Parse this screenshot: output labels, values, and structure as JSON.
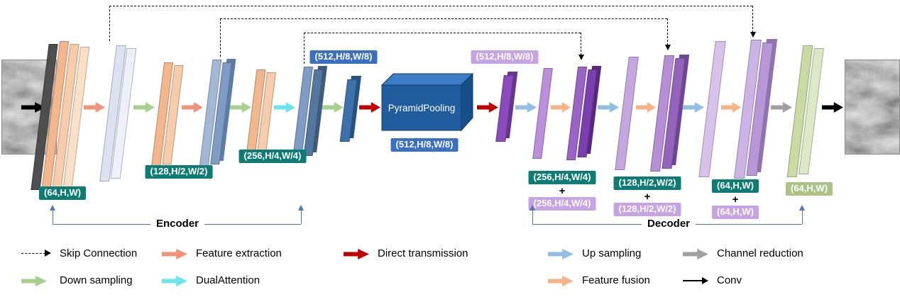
{
  "figure": {
    "encoder_label": "Encoder",
    "decoder_label": "Decoder",
    "pyramid_box": "PyramidPooling",
    "plus": "+"
  },
  "stages": {
    "enc1": "(64,H,W)",
    "enc2": "(128,H/2,W/2)",
    "enc3": "(256,H/4,W/4)",
    "enc4": "(512,H/8,W/8)",
    "bottleneck_out": "(512,H/8,W/8)",
    "dec4": "(512,H/8,W/8)",
    "dec3_up": "(256,H/4,W/4)",
    "dec3_skip": "(256,H/4,W/4)",
    "dec2_up": "(128,H/2,W/2)",
    "dec2_skip": "(128,H/2,W/2)",
    "dec1_up": "(64,H,W)",
    "dec1_skip": "(64,H,W)",
    "out": "(64,H,W)"
  },
  "legend": [
    {
      "name": "skip-connection",
      "label": "Skip Connection",
      "arrow": "dashed",
      "color": "#000000"
    },
    {
      "name": "feature-extraction",
      "label": "Feature extraction",
      "arrow": "block",
      "color": "#f0937a"
    },
    {
      "name": "direct-transmission",
      "label": "Direct transmission",
      "arrow": "block",
      "color": "#c00000"
    },
    {
      "name": "up-sampling",
      "label": "Up sampling",
      "arrow": "block",
      "color": "#92bee6"
    },
    {
      "name": "channel-reduction",
      "label": "Channel reduction",
      "arrow": "block",
      "color": "#a0a0a0"
    },
    {
      "name": "down-sampling",
      "label": "Down sampling",
      "arrow": "block",
      "color": "#a6d08b"
    },
    {
      "name": "dual-attention",
      "label": "DualAttention",
      "arrow": "block",
      "color": "#6ce4ee"
    },
    {
      "name": "feature-fusion",
      "label": "Feature fusion",
      "arrow": "block",
      "color": "#f6b486"
    },
    {
      "name": "conv",
      "label": "Conv",
      "arrow": "thin",
      "color": "#000000"
    }
  ],
  "colors": {
    "badge_teal": "#0e7c74",
    "badge_blue": "#3b6fc0",
    "badge_lilac": "#c6a3e2",
    "badge_green": "#a9c484",
    "bracket": "#4d7ab5",
    "pyramid_front": "#205c9e"
  }
}
